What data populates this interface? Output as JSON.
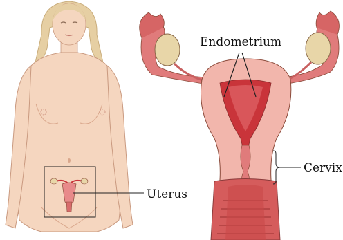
{
  "labels": {
    "endometrium": "Endometrium",
    "cervix": "Cervix",
    "uterus": "Uterus"
  },
  "colors": {
    "skin": "#f5d6bf",
    "skin_shade": "#e9b99b",
    "hair": "#e6cfa3",
    "uterine_wall": "#f2b6ac",
    "endometrium": "#c9343a",
    "ovary": "#e8d6a8",
    "outline": "#8a4a3a"
  }
}
